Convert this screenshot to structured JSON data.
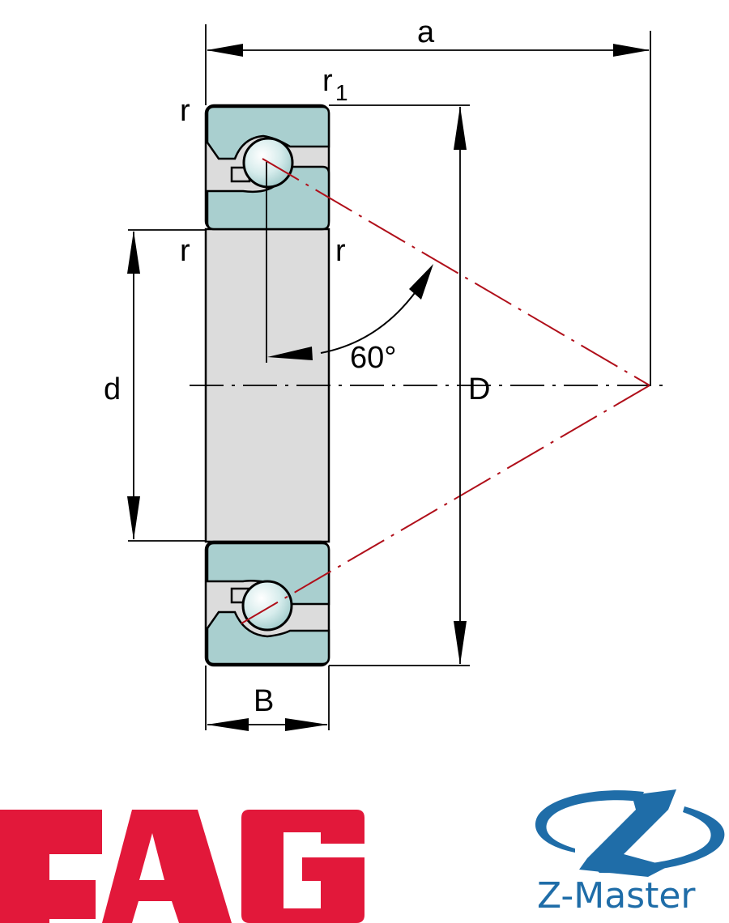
{
  "diagram": {
    "title": "Angular contact thrust ball bearing dimension drawing",
    "labels": {
      "a": "a",
      "r1": "r",
      "r1_sub": "1",
      "r_top_left": "r",
      "r_mid_left": "r",
      "r_mid_right": "r",
      "angle": "60°",
      "d": "d",
      "D": "D",
      "B": "B"
    },
    "colors": {
      "ring_fill": "#a9cfcf",
      "bore_fill": "#dcdcdc",
      "ball_light": "#ffffff",
      "ball_dark": "#a9d2d2",
      "contact_line": "#b00f1a",
      "line": "#000000"
    }
  },
  "logos": {
    "left": {
      "text": "FAG",
      "color": "#e2183a"
    },
    "right": {
      "text": "Z-Master",
      "color": "#1f6da8"
    }
  }
}
